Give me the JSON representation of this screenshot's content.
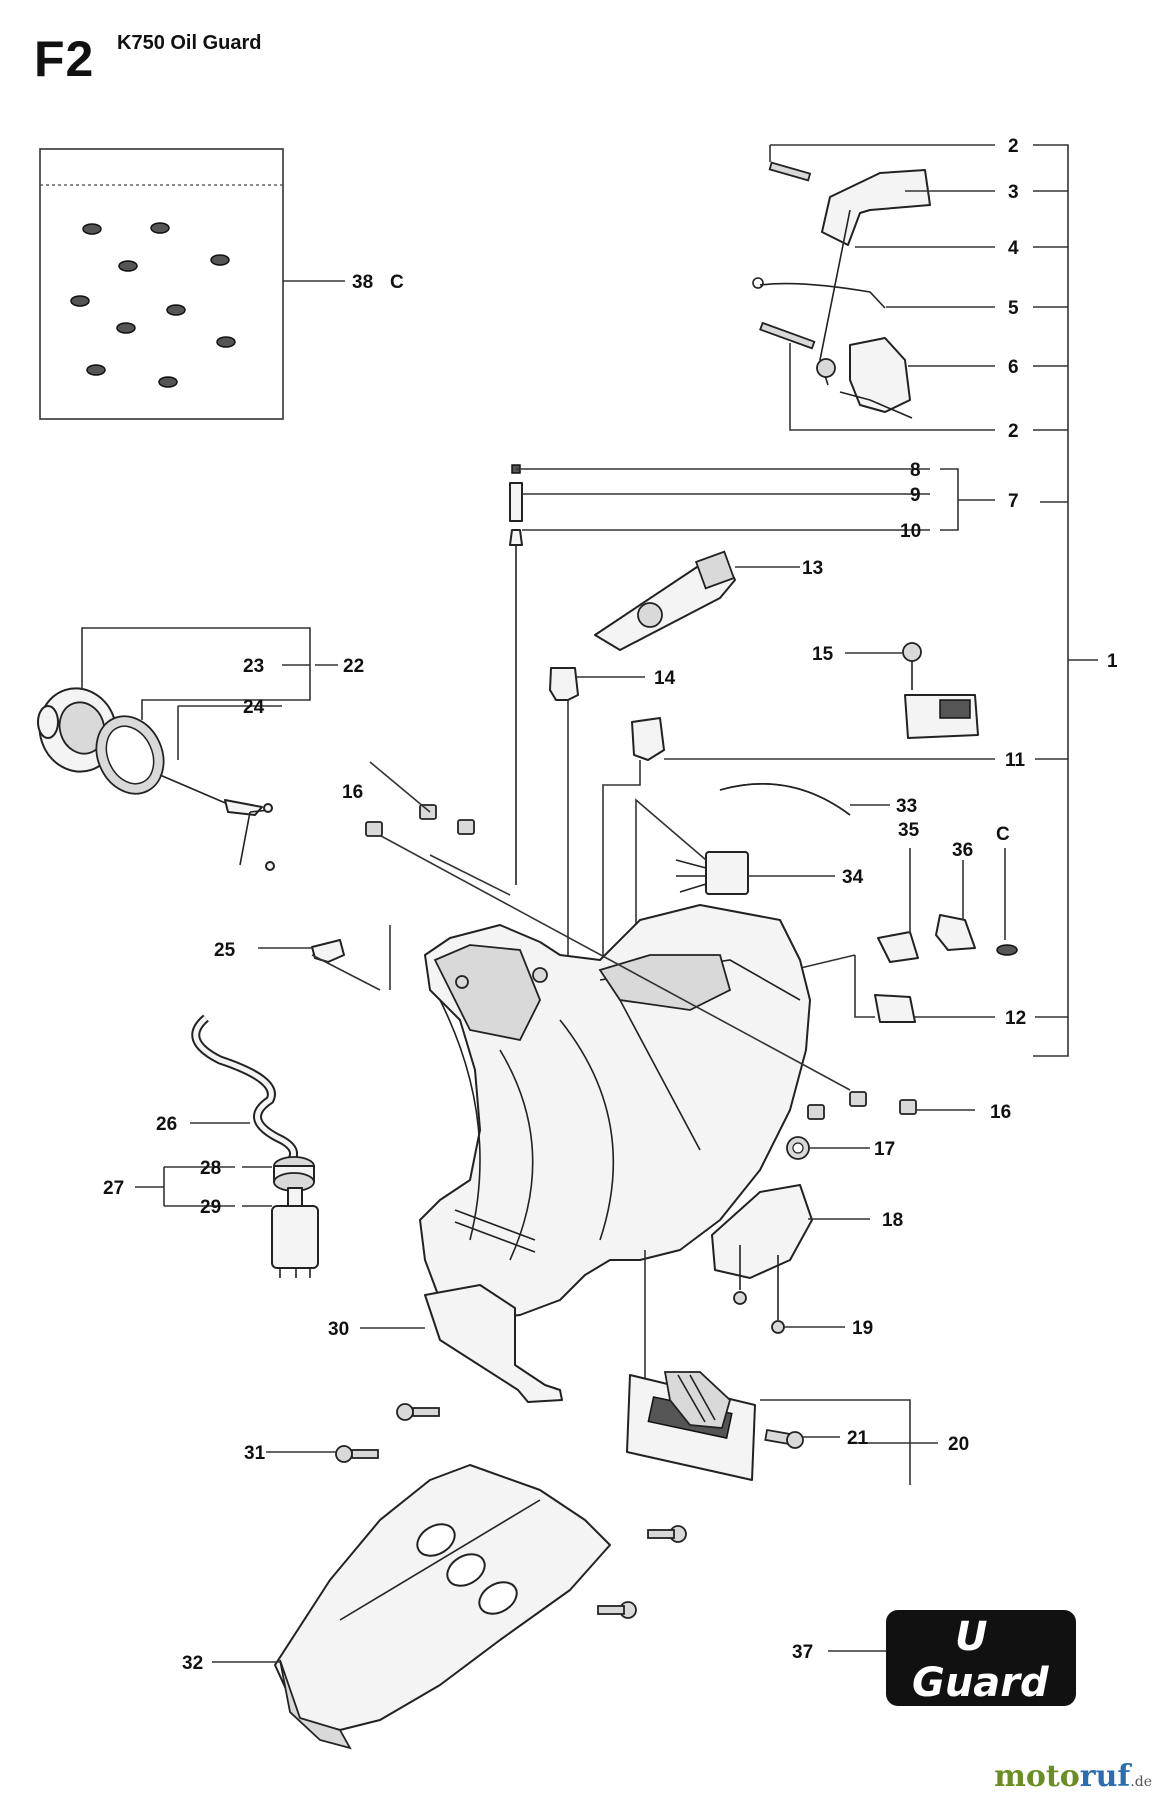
{
  "header": {
    "page_code": "F2",
    "title": "K750 Oil Guard"
  },
  "callouts": {
    "c1": "1",
    "c2a": "2",
    "c2b": "2",
    "c3": "3",
    "c4": "4",
    "c5": "5",
    "c6": "6",
    "c7": "7",
    "c8": "8",
    "c9": "9",
    "c10": "10",
    "c11": "11",
    "c12": "12",
    "c13": "13",
    "c14": "14",
    "c15": "15",
    "c16a": "16",
    "c16b": "16",
    "c17": "17",
    "c18": "18",
    "c19": "19",
    "c20": "20",
    "c21": "21",
    "c22": "22",
    "c23": "23",
    "c24": "24",
    "c25": "25",
    "c26": "26",
    "c27": "27",
    "c28": "28",
    "c29": "29",
    "c30": "30",
    "c31": "31",
    "c32": "32",
    "c33": "33",
    "c34": "34",
    "c35": "35",
    "c36": "36",
    "c36c": "C",
    "c37": "37",
    "c38": "38",
    "c38c": "C"
  },
  "badge": {
    "line1": "U",
    "line2": "Guard"
  },
  "watermark": {
    "brand_a": "moto",
    "brand_b": "ruf",
    "tld": ".de"
  }
}
